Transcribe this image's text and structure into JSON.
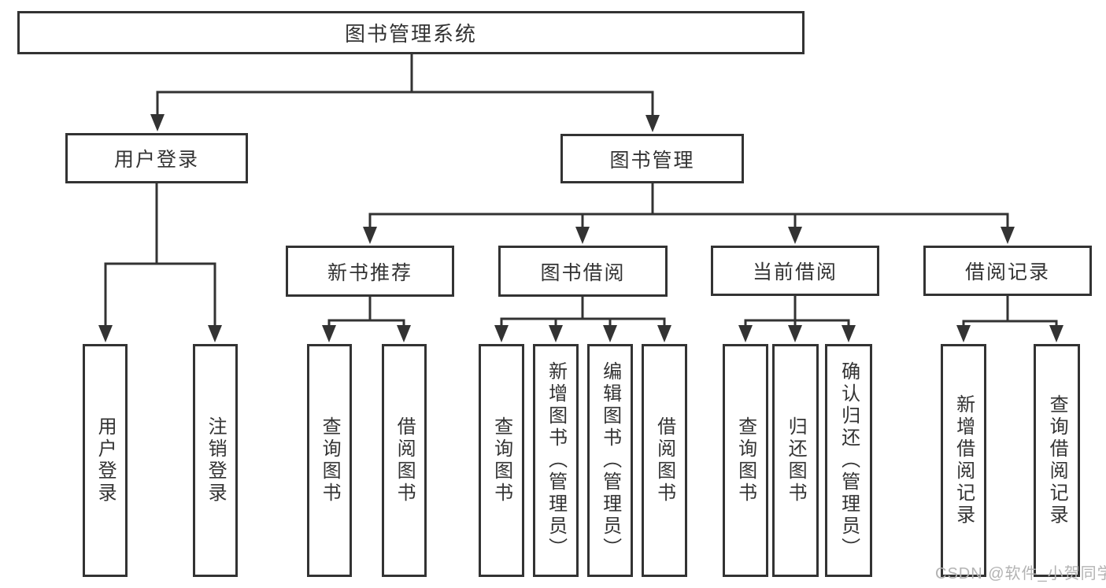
{
  "root": {
    "label": "图书管理系统"
  },
  "branches": [
    {
      "label": "用户登录",
      "children": [
        {
          "label": "用户登录"
        },
        {
          "label": "注销登录"
        }
      ]
    },
    {
      "label": "图书管理",
      "children": [
        {
          "label": "新书推荐",
          "children": [
            {
              "label": "查询图书"
            },
            {
              "label": "借阅图书"
            }
          ]
        },
        {
          "label": "图书借阅",
          "children": [
            {
              "label": "查询图书"
            },
            {
              "label": "新增图书（管理员）"
            },
            {
              "label": "编辑图书（管理员）"
            },
            {
              "label": "借阅图书"
            }
          ]
        },
        {
          "label": "当前借阅",
          "children": [
            {
              "label": "查询图书"
            },
            {
              "label": "归还图书"
            },
            {
              "label": "确认归还（管理员）"
            }
          ]
        },
        {
          "label": "借阅记录",
          "children": [
            {
              "label": "新增借阅记录"
            },
            {
              "label": "查询借阅记录"
            }
          ]
        }
      ]
    }
  ],
  "watermark": {
    "text": "CSDN @软件_小贺同学"
  },
  "colors": {
    "line": "#333333",
    "box_border": "#333333",
    "text": "#333333",
    "watermark": "#b3b3b3",
    "background": "#ffffff"
  }
}
